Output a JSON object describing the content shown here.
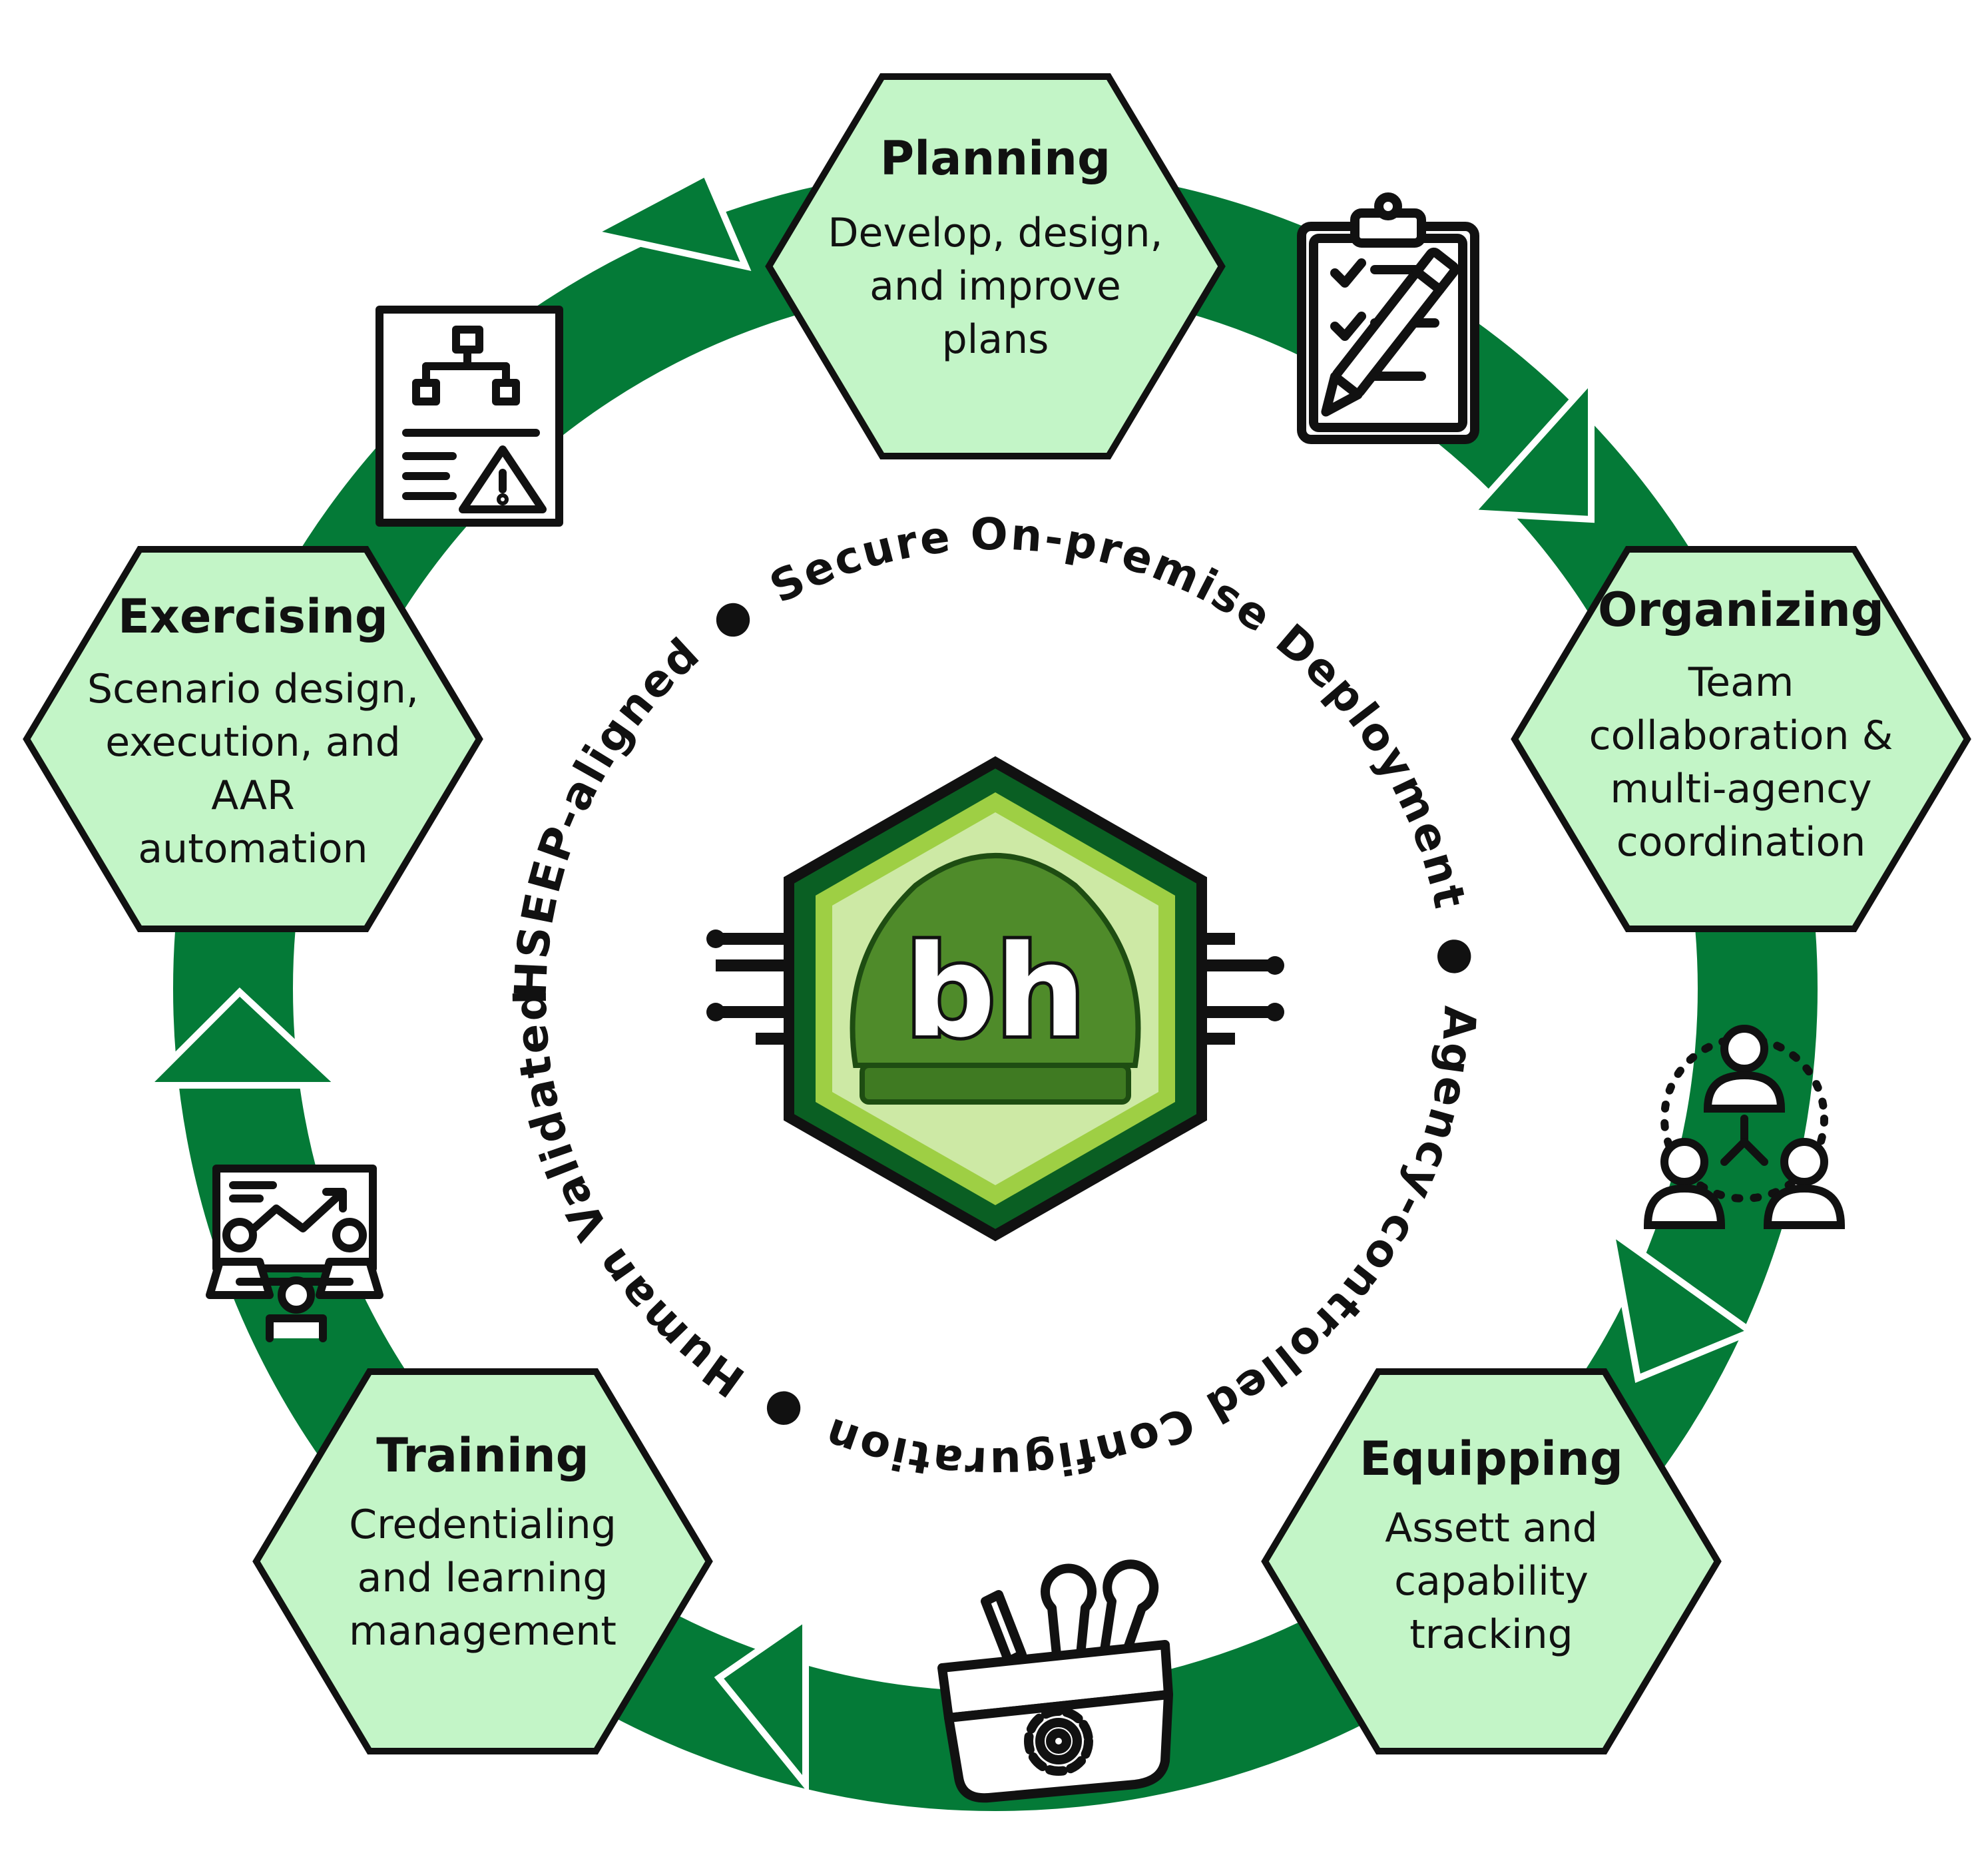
{
  "diagram": {
    "stages": [
      {
        "title": "Planning",
        "desc": [
          "Develop, design,",
          "and improve",
          "plans"
        ]
      },
      {
        "title": "Organizing",
        "desc": [
          "Team",
          "collaboration &",
          "multi-agency",
          "coordination"
        ]
      },
      {
        "title": "Equipping",
        "desc": [
          "Assett and",
          "capability",
          "tracking"
        ]
      },
      {
        "title": "Training",
        "desc": [
          "Credentialing",
          "and learning",
          "management"
        ]
      },
      {
        "title": "Exercising",
        "desc": [
          "Scenario design,",
          "execution, and",
          "AAR",
          "automation"
        ]
      }
    ],
    "ring_phrases": {
      "secure": "Secure On-premise Deployment",
      "agency": "Agency-controlled Configuration",
      "human": "Human Validated",
      "hseep": "HSEEP-aligned"
    },
    "logo_text": "bh",
    "icons": [
      "clipboard-checklist-icon",
      "team-hierarchy-icon",
      "toolbox-icon",
      "presentation-meeting-icon",
      "flowchart-warning-icon"
    ],
    "colors": {
      "ring": "#047a37",
      "hex_fill": "#c3f5c7",
      "hex_stroke": "#111111",
      "logo_outer": "#0a5f23",
      "logo_inner": "#9ecf44",
      "logo_core": "#cde9a5",
      "hive": "#4f8b2a"
    }
  }
}
